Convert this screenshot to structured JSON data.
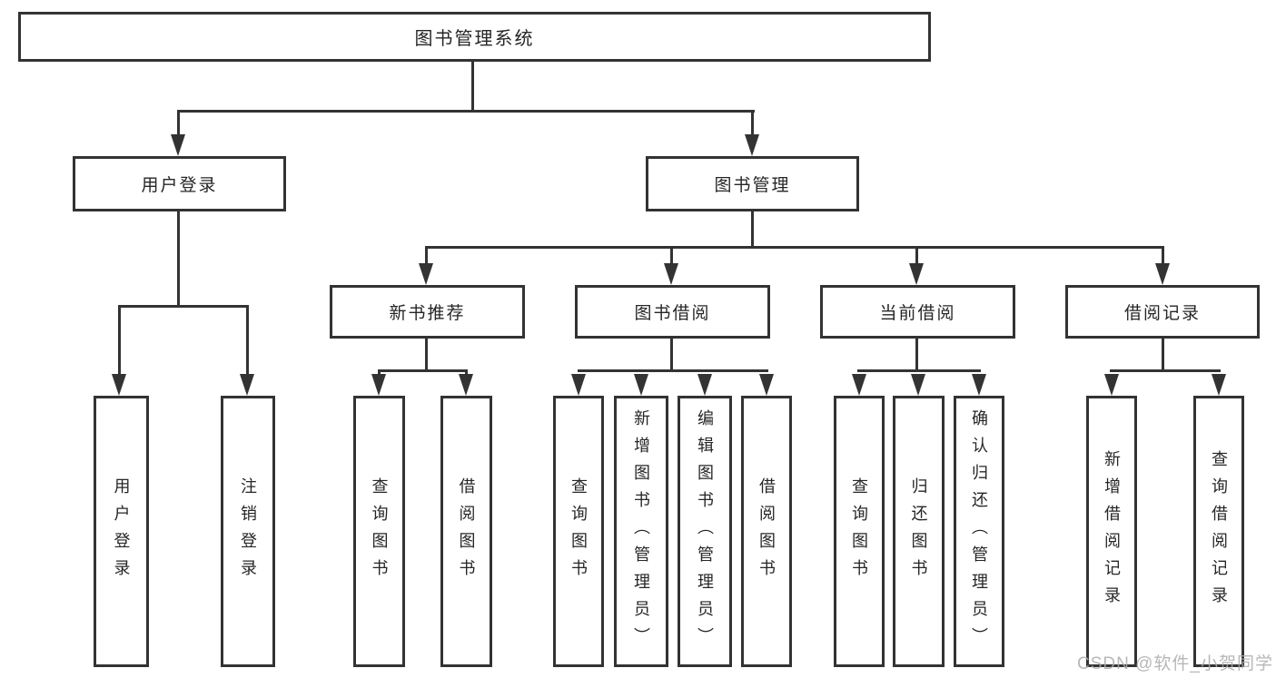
{
  "diagram": {
    "root": {
      "label": "图书管理系统"
    },
    "level2": [
      {
        "label": "用户登录"
      },
      {
        "label": "图书管理"
      }
    ],
    "level3": [
      {
        "label": "新书推荐"
      },
      {
        "label": "图书借阅"
      },
      {
        "label": "当前借阅"
      },
      {
        "label": "借阅记录"
      }
    ],
    "leaves": {
      "user_login": [
        {
          "label": "用户登录"
        },
        {
          "label": "注销登录"
        }
      ],
      "new_book_recommend": [
        {
          "label": "查询图书"
        },
        {
          "label": "借阅图书"
        }
      ],
      "book_borrow": [
        {
          "label": "查询图书"
        },
        {
          "label": "新增图书（管理员）"
        },
        {
          "label": "编辑图书（管理员）"
        },
        {
          "label": "借阅图书"
        }
      ],
      "current_borrow": [
        {
          "label": "查询图书"
        },
        {
          "label": "归还图书"
        },
        {
          "label": "确认归还（管理员）"
        }
      ],
      "borrow_records": [
        {
          "label": "新增借阅记录"
        },
        {
          "label": "查询借阅记录"
        }
      ]
    },
    "colors": {
      "line": "#333333",
      "text": "#262626",
      "box_background": "#ffffff",
      "watermark": "#aaaaaa"
    },
    "watermark": {
      "text": "CSDN @软件_小贺同学"
    }
  }
}
